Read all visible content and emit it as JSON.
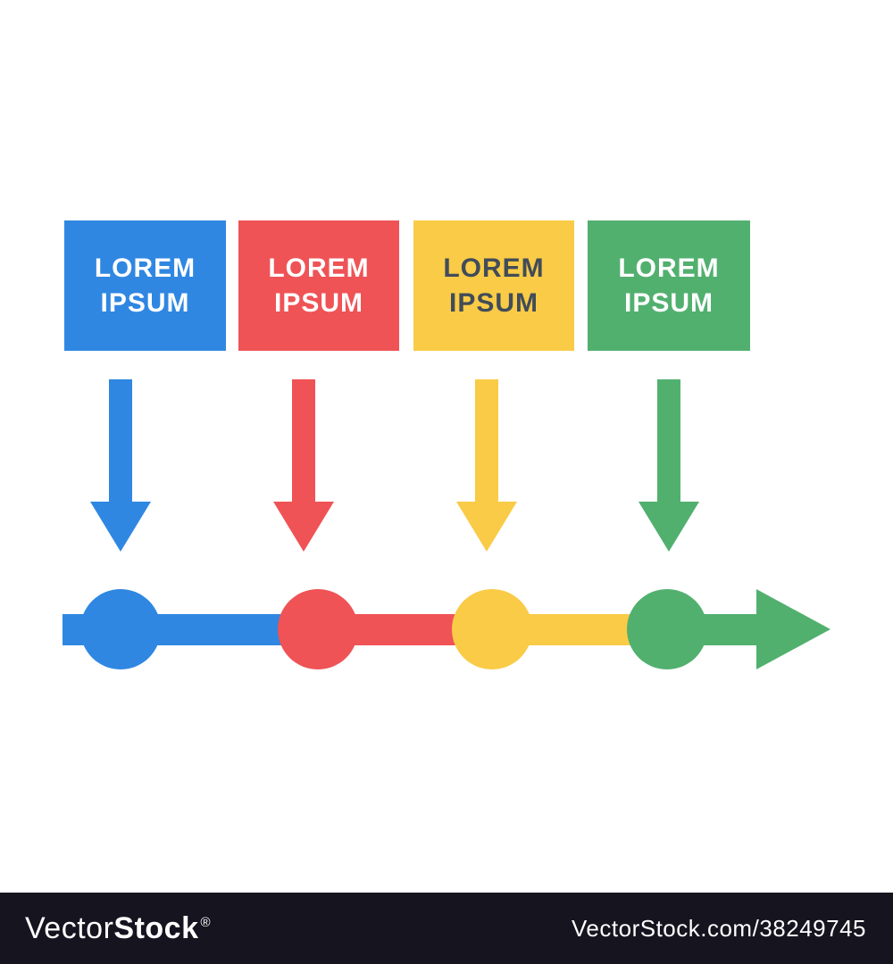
{
  "diagram": {
    "type": "timeline-infographic",
    "background": "#FFFFFF",
    "steps": [
      {
        "line1": "LOREM",
        "line2": "IPSUM",
        "color": "#2F87E2",
        "text_color": "#FFFFFF"
      },
      {
        "line1": "LOREM",
        "line2": "IPSUM",
        "color": "#EF5356",
        "text_color": "#FFFFFF"
      },
      {
        "line1": "LOREM",
        "line2": "IPSUM",
        "color": "#F9CB46",
        "text_color": "#414C59"
      },
      {
        "line1": "LOREM",
        "line2": "IPSUM",
        "color": "#52B06F",
        "text_color": "#FFFFFF"
      }
    ],
    "timeline": {
      "segment_colors": [
        "#2F87E2",
        "#EF5356",
        "#F9CB46",
        "#52B06F"
      ],
      "node_colors": [
        "#2F87E2",
        "#EF5356",
        "#F9CB46",
        "#52B06F"
      ],
      "arrowhead_color": "#52B06F"
    }
  },
  "watermark_bar": {
    "bar_color": "#15141F",
    "text_color": "#FFFFFF",
    "brand_regular": "Vector",
    "brand_bold": "Stock",
    "registered_mark": "®",
    "image_url_text": "VectorStock.com/38249745"
  }
}
